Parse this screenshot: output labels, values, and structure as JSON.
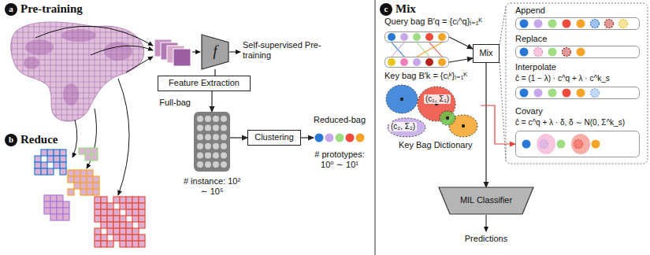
{
  "diagram": {
    "nodes": [
      {
        "text": [
          "f"
        ]
      },
      {
        "text": [
          "Feature Extraction"
        ]
      },
      {
        "text": [
          "Full-bag",
          "# instance: 10² ∼ 10⁵"
        ]
      },
      {
        "text": [
          "Clustering"
        ]
      },
      {
        "text": [
          "Reduced-bag",
          "# prototypes: 10⁰ ∼ 10¹"
        ]
      },
      {
        "text": [
          "Query bag B′q = {cᵢ^q}ᵢ₌₁ᴷ"
        ]
      },
      {
        "text": [
          "Key bag B′k = {cᵢᵏ}ᵢ₌₁ᴷ"
        ]
      },
      {
        "text": [
          "Mix"
        ]
      },
      {
        "text": [
          "Key Bag Dictionary"
        ]
      },
      {
        "text": [
          "Append"
        ]
      },
      {
        "text": [
          "Replace"
        ]
      },
      {
        "text": [
          "Interpolate",
          "ĉ = (1 − λ) · c^q + λ · c^k_s"
        ]
      },
      {
        "text": [
          "Covary",
          "ĉ = c^q + λ · δ, δ ∼ N(0, Σ^k_s)"
        ]
      },
      {
        "text": [
          "MIL Classifier"
        ]
      }
    ],
    "edges": [
      {
        "from": 0,
        "to": 1,
        "arrow": "none"
      },
      {
        "from": 1,
        "to": 2,
        "arrow": "to"
      },
      {
        "from": 2,
        "to": 3,
        "arrow": "to"
      },
      {
        "from": 3,
        "to": 4,
        "arrow": "to"
      },
      {
        "from": 5,
        "to": 7,
        "arrow": "to"
      },
      {
        "from": 6,
        "to": 7,
        "arrow": "to"
      },
      {
        "from": 7,
        "to": 13,
        "arrow": "to"
      },
      {
        "from": 8,
        "to": 12,
        "arrow": "to"
      }
    ],
    "labels": [
      "a",
      "Pre-training",
      "b",
      "Reduce",
      "c",
      "Mix",
      "Self-supervised Pre-training",
      "(c₁, Σ₁)",
      "(c₂, Σ₂)",
      "Predictions"
    ]
  }
}
